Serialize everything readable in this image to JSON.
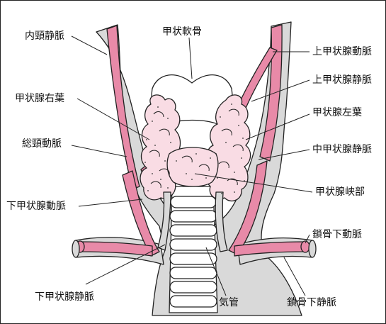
{
  "labels": {
    "internal_jugular_vein": "内頸静脈",
    "thyroid_cartilage": "甲状軟骨",
    "superior_thyroid_artery": "上甲状腺動脈",
    "superior_thyroid_vein": "上甲状腺静脈",
    "right_lobe": "甲状腺右葉",
    "left_lobe": "甲状腺左葉",
    "common_carotid_artery": "総頸動脈",
    "middle_thyroid_vein": "中甲状腺静脈",
    "inferior_thyroid_artery": "下甲状腺動脈",
    "isthmus": "甲状腺峡部",
    "subclavian_artery": "鎖骨下動脈",
    "inferior_thyroid_vein": "下甲状腺静脈",
    "trachea": "気管",
    "subclavian_vein": "鎖骨下静脈"
  },
  "colors": {
    "vein": "#d9d9d9",
    "artery": "#e88aa8",
    "gland": "#f9dce4",
    "cartilage": "#ffffff",
    "outline": "#222222"
  }
}
